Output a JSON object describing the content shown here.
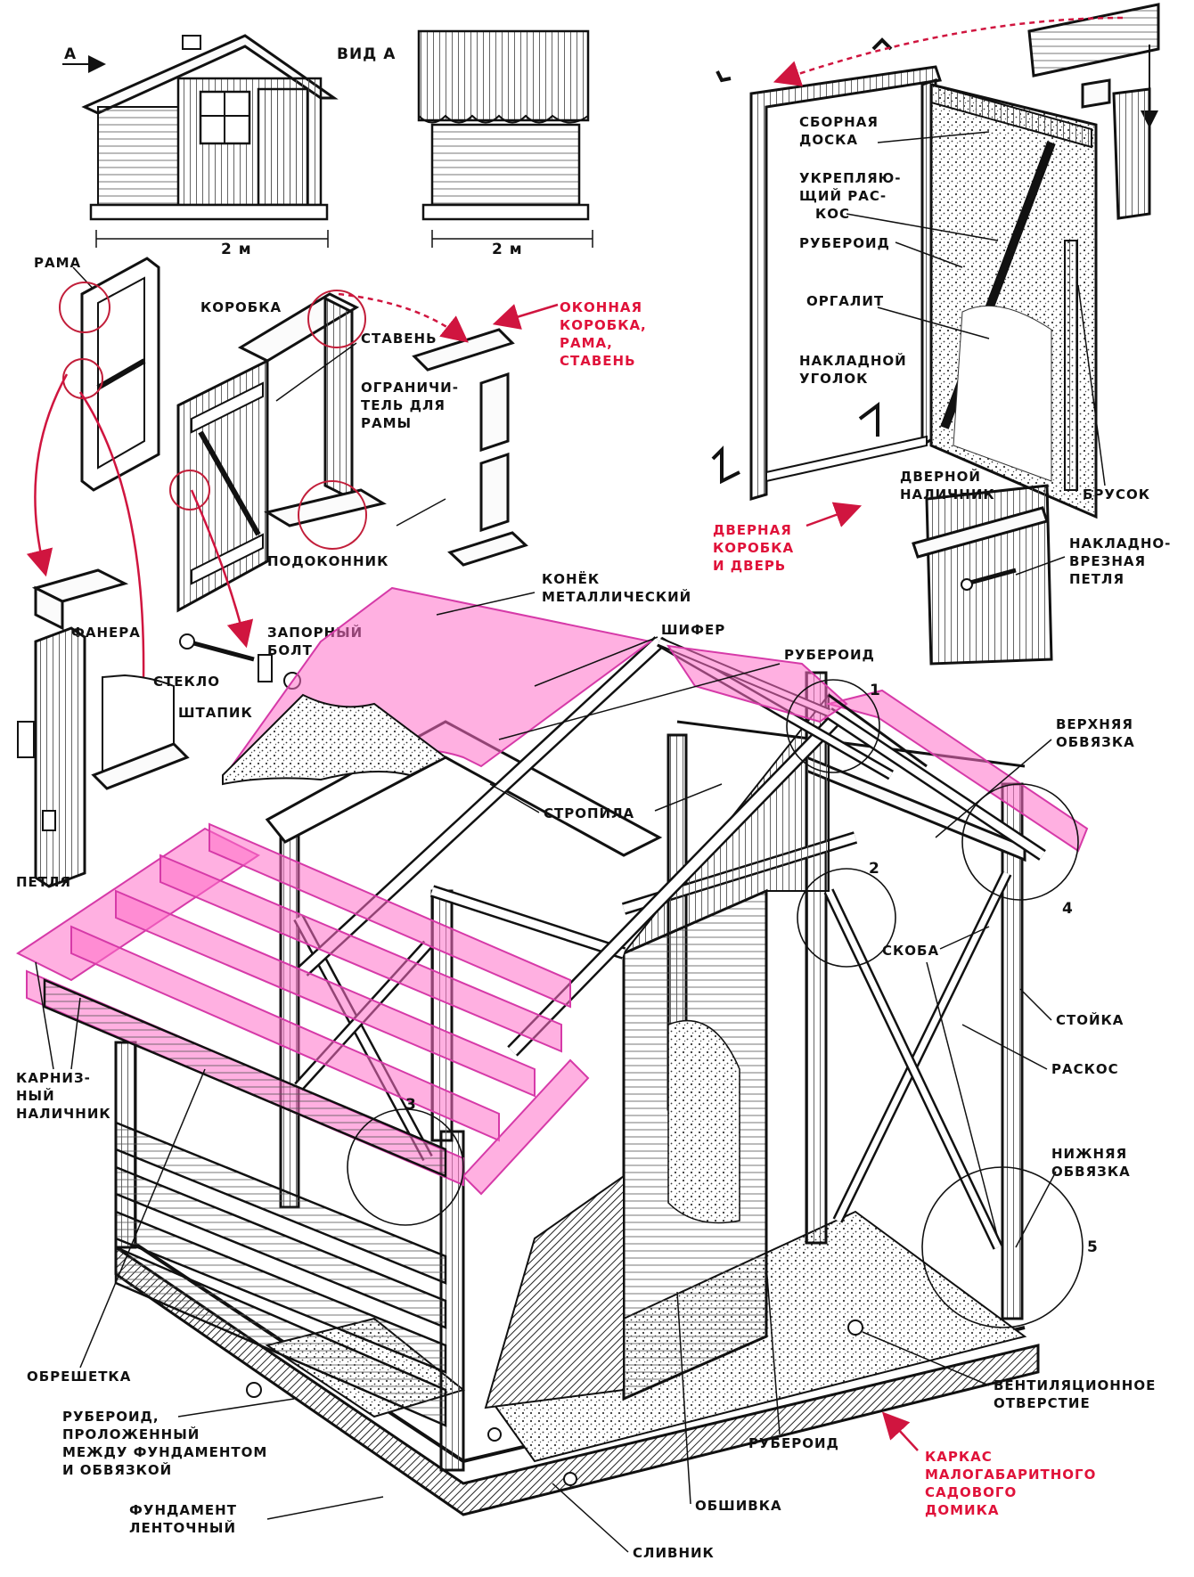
{
  "labels": {
    "view_a_arrow": "А",
    "view_a": "ВИД А",
    "dim_left": "2 м",
    "dim_right": "2 м",
    "rama": "РАМА",
    "korobka": "КОРОБКА",
    "staven": "СТАВЕНЬ",
    "ogranichitel": [
      "ОГРАНИЧИ-",
      "ТЕЛЬ ДЛЯ",
      "РАМЫ"
    ],
    "podokonnik": "ПОДОКОННИК",
    "fanera": "ФАНЕРА",
    "steklo": "СТЕКЛО",
    "shtapik": "ШТАПИК",
    "petlya": "ПЕТЛЯ",
    "zapornyi_bolt": [
      "ЗАПОРНЫЙ",
      "БОЛТ"
    ],
    "konek": [
      "КОНЁК",
      "МЕТАЛЛИЧЕСКИЙ"
    ],
    "shifer": "ШИФЕР",
    "ruberoid_top": "РУБЕРОИД",
    "stropila": "СТРОПИЛА",
    "verhnyaya_obvyazka": [
      "ВЕРХНЯЯ",
      "ОБВЯЗКА"
    ],
    "skoba": "СКОБА",
    "stoyka": "СТОЙКА",
    "raskos": "РАСКОС",
    "nizhnyaya_obvyazka": [
      "НИЖНЯЯ",
      "ОБВЯЗКА"
    ],
    "karniznyi": [
      "КАРНИЗ-",
      "НЫЙ",
      "НАЛИЧНИК"
    ],
    "obreshetka": "ОБРЕШЕТКА",
    "ruberoid_found": [
      "РУБЕРОИД,",
      "ПРОЛОЖЕННЫЙ",
      "МЕЖДУ ФУНДАМЕНТОМ",
      "И ОБВЯЗКОЙ"
    ],
    "fundament": [
      "ФУНДАМЕНТ",
      "ЛЕНТОЧНЫЙ"
    ],
    "slivnik": "СЛИВНИК",
    "obshivka": "ОБШИВКА",
    "ruberoid_bottom": "РУБЕРОИД",
    "ventilyatsionnoe": [
      "ВЕНТИЛЯЦИОННОЕ",
      "ОТВЕРСТИЕ"
    ],
    "sbornaya_doska": [
      "СБОРНАЯ",
      "ДОСКА"
    ],
    "ukreplyayushchiy": [
      "УКРЕПЛЯЮ-",
      "ЩИЙ РАС-",
      "КОС"
    ],
    "ruberoid_door": "РУБЕРОИД",
    "orgalit": "ОРГАЛИТ",
    "nakladnoy_ugolok": [
      "НАКЛАДНОЙ",
      "УГОЛОК"
    ],
    "dvernoy_nalichnik": [
      "ДВЕРНОЙ",
      "НАЛИЧНИК"
    ],
    "brusok": "БРУСОК",
    "nakladno_vreznaya": [
      "НАКЛАДНО-",
      "ВРЕЗНАЯ",
      "ПЕТЛЯ"
    ],
    "num1": "1",
    "num2": "2",
    "num3": "3",
    "num4": "4",
    "num5": "5"
  },
  "red_labels": {
    "okonnaya": [
      "ОКОННАЯ",
      "КОРОБКА,",
      "РАМА,",
      "СТАВЕНЬ"
    ],
    "dvernaya": [
      "ДВЕРНАЯ",
      "КОРОБКА",
      "И ДВЕРЬ"
    ],
    "karkas": [
      "КАРКАС",
      "МАЛОГАБАРИТНОГО",
      "САДОВОГО",
      "ДОМИКА"
    ]
  },
  "colors": {
    "accent_red": "#e0123a",
    "roof_pink": "#ff6fc8",
    "ink": "#111111"
  }
}
